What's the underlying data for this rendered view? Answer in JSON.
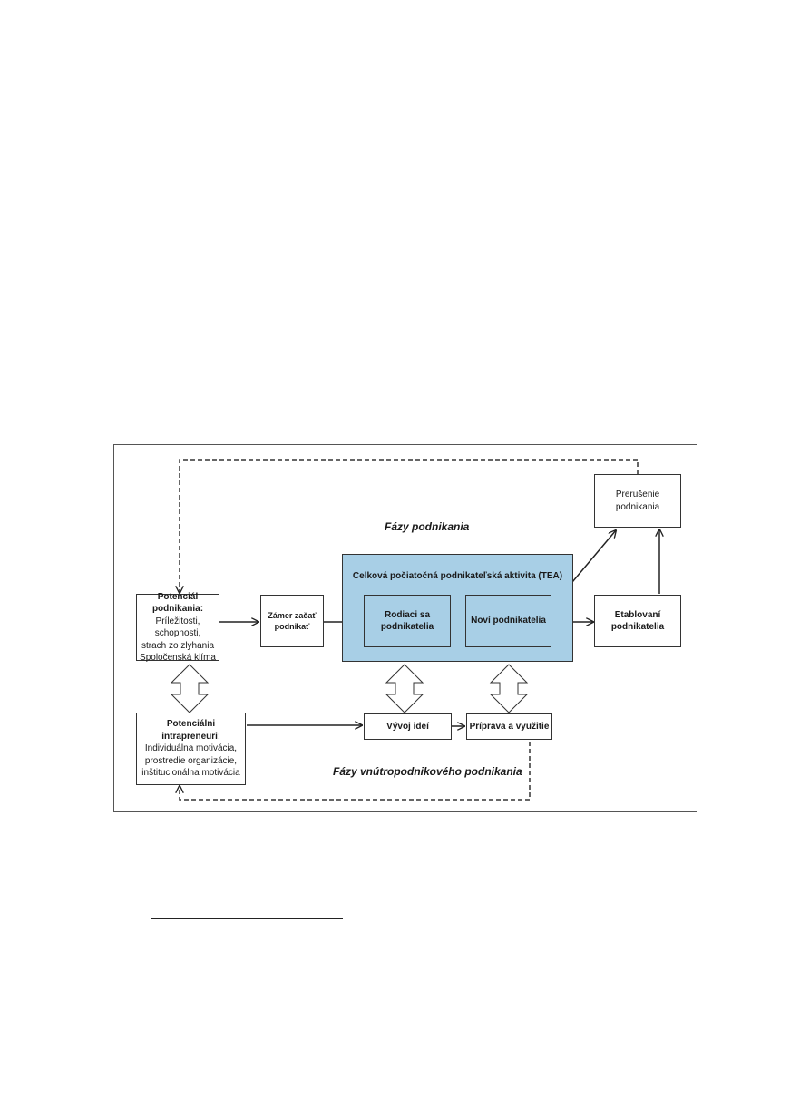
{
  "diagram": {
    "phase_top": "Fázy podnikania",
    "phase_bottom": "Fázy vnútropodnikového podnikania",
    "potencial": {
      "title": "Potenciál podnikania:",
      "lines": [
        "Príležitosti, schopnosti,",
        "strach zo zlyhania",
        "Spoločenská klíma"
      ]
    },
    "zamer": {
      "line1": "Zámer začať",
      "line2": "podnikať"
    },
    "tea": {
      "title": "Celková počiatočná podnikateľská aktivita (TEA)",
      "rodiaci": {
        "line1": "Rodiaci sa",
        "line2": "podnikatelia"
      },
      "novi": "Noví podnikatelia"
    },
    "prerusenie": {
      "line1": "Prerušenie",
      "line2": "podnikania"
    },
    "etablovani": {
      "line1": "Etablovaní",
      "line2": "podnikatelia"
    },
    "intrapreneuri": {
      "title": "Potenciálni intrapreneuri",
      "colon": ":",
      "lines": [
        "Individuálna motivácia,",
        "prostredie organizácie,",
        "inštitucionálna motivácia"
      ]
    },
    "vyvoj": "Vývoj ideí",
    "priprava": "Príprava a využitie",
    "colors": {
      "tea_fill": "#a8cfe6",
      "border": "#333333"
    }
  }
}
